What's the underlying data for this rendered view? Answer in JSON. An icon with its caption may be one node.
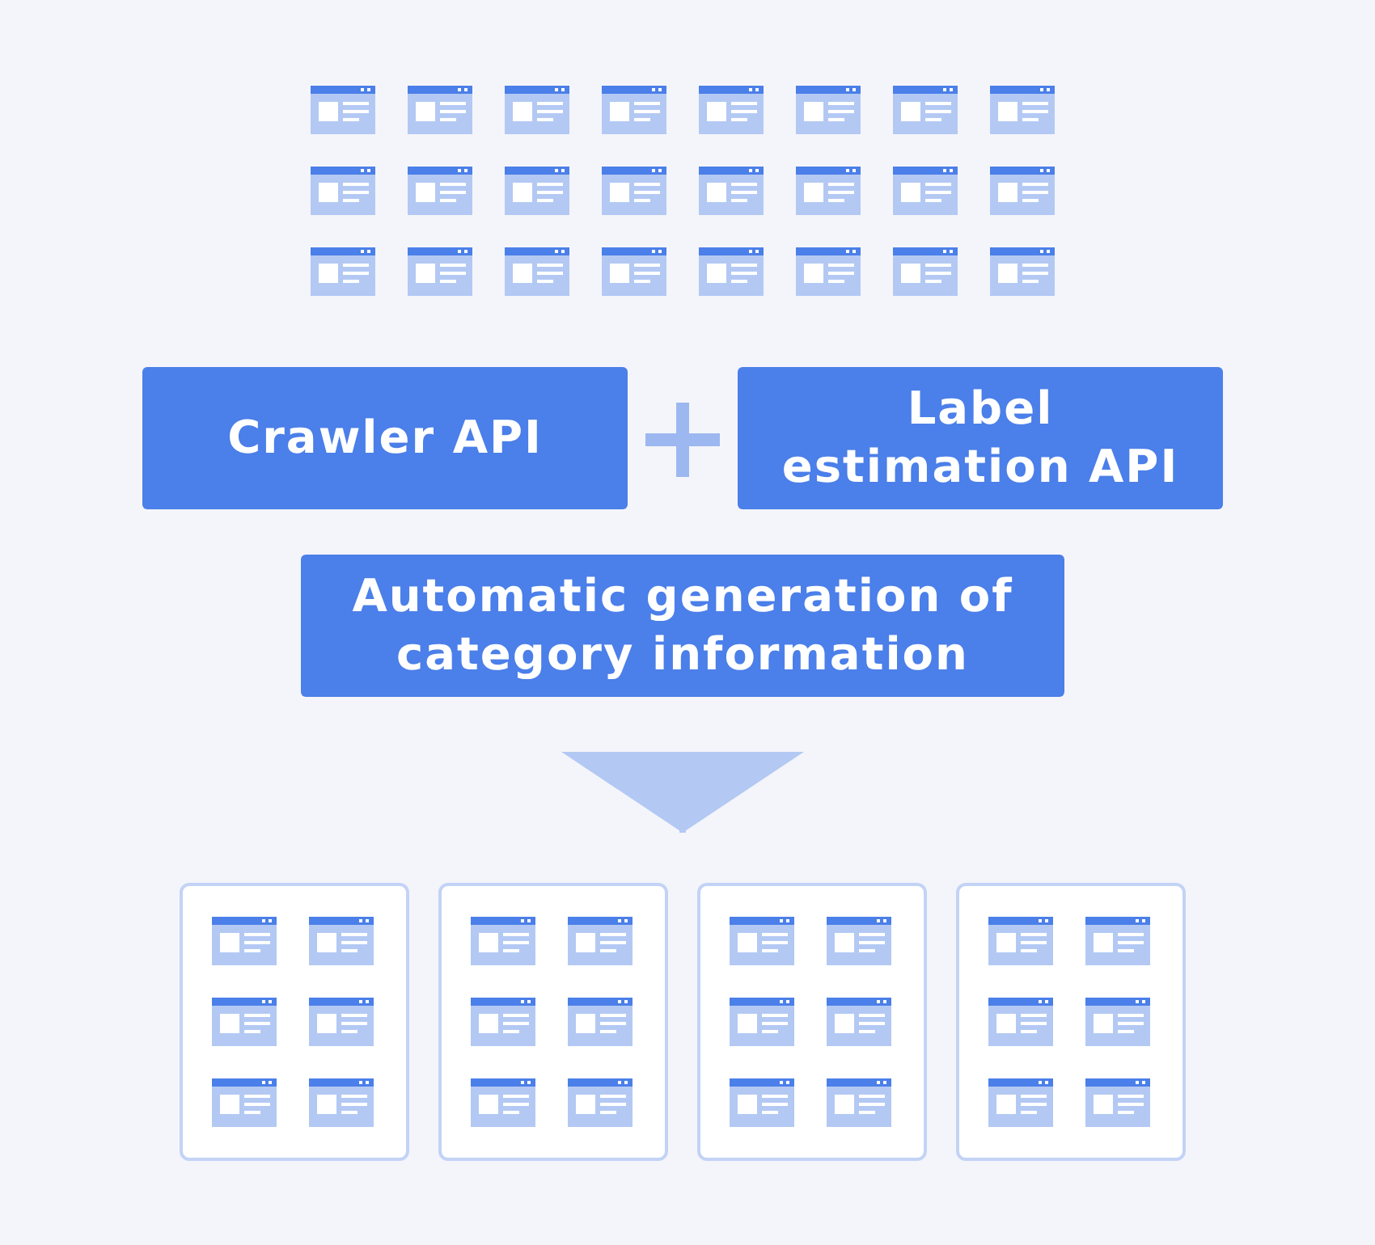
{
  "diagram": {
    "nodes": [
      {
        "text": [
          "Crawler API"
        ]
      },
      {
        "text": [
          "Label estimation API"
        ]
      },
      {
        "text": [
          "Automatic generation of category information"
        ]
      },
      {
        "text": [],
        "shape": "box"
      },
      {
        "text": [],
        "shape": "box"
      },
      {
        "text": [],
        "shape": "box"
      },
      {
        "text": [],
        "shape": "box"
      }
    ],
    "edges": [
      {
        "from": 2,
        "to": 4,
        "arrow": "to"
      }
    ]
  }
}
